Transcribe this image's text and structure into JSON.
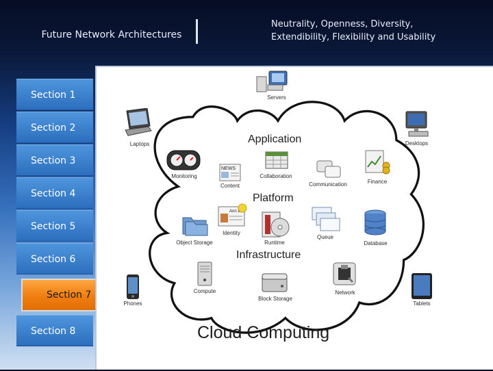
{
  "header": {
    "title": "Future Network Architectures",
    "subtitle_line1": "Neutrality, Openness, Diversity,",
    "subtitle_line2": "Extendibility, Flexibility and Usability"
  },
  "nav": {
    "items": [
      {
        "label": "Section 1"
      },
      {
        "label": "Section 2"
      },
      {
        "label": "Section 3"
      },
      {
        "label": "Section 4"
      },
      {
        "label": "Section 5"
      },
      {
        "label": "Section 6"
      },
      {
        "label": "Section 7"
      },
      {
        "label": "Section 8"
      }
    ],
    "active_index": 6
  },
  "diagram": {
    "title": "Cloud Computing",
    "layers": {
      "application": "Application",
      "platform": "Platform",
      "infrastructure": "Infrastructure"
    },
    "outside": {
      "servers": "Servers",
      "laptops": "Laptops",
      "desktops": "Desktops",
      "phones": "Phones",
      "tablets": "Tablets"
    },
    "application_items": {
      "monitoring": "Monitoring",
      "content": "Content",
      "collaboration": "Collaboration",
      "communication": "Communication",
      "finance": "Finance"
    },
    "platform_items": {
      "object_storage": "Object Storage",
      "identity": "Identity",
      "runtime": "Runtime",
      "queue": "Queue",
      "database": "Database"
    },
    "infrastructure_items": {
      "compute": "Compute",
      "block_storage": "Block Storage",
      "network": "Network"
    },
    "icon_texts": {
      "content_news": "NEWS",
      "identity_card": "Ann Doe"
    }
  },
  "colors": {
    "nav_blue": "#3a82d0",
    "nav_active_orange": "#f08a1c",
    "background_dark": "#0a1838"
  }
}
